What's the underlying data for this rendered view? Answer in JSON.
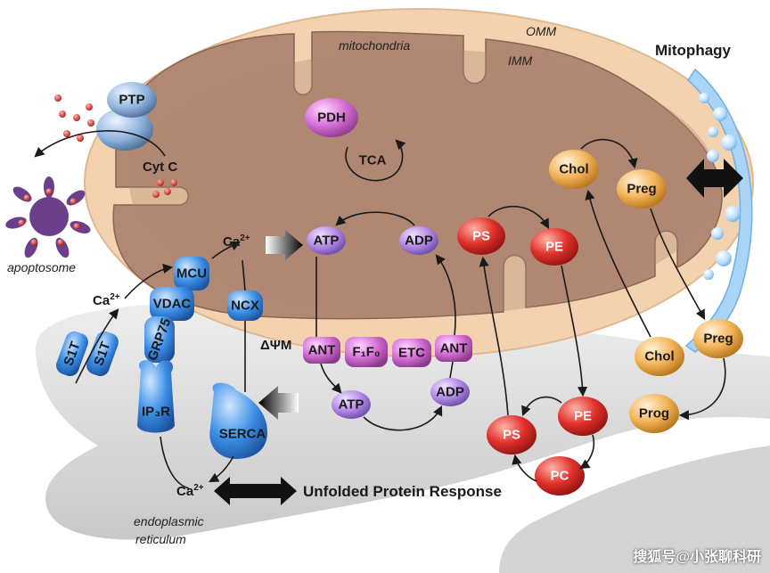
{
  "labels": {
    "mitochondria": "mitochondria",
    "omm": "OMM",
    "imm": "IMM",
    "mitophagy": "Mitophagy",
    "ptp": "PTP",
    "cytc": "Cyt C",
    "apoptosome": "apoptosome",
    "pdh": "PDH",
    "tca": "TCA",
    "ca_mito": "Ca",
    "ca_mito_sup": "2+",
    "ca_cyto": "Ca",
    "ca_cyto_sup": "2+",
    "ca_er": "Ca",
    "ca_er_sup": "2+",
    "mcu": "MCU",
    "vdac": "VDAC",
    "grp75": "GRP75",
    "ncx": "NCX",
    "s1t_a": "S1T",
    "s1t_b": "S1T",
    "ip3r": "IP₃R",
    "serca": "SERCA",
    "dpsim": "ΔΨM",
    "ant_left": "ANT",
    "f1f0": "F₁F₀",
    "etc": "ETC",
    "ant_right": "ANT",
    "atp_top": "ATP",
    "adp_top": "ADP",
    "atp_bottom": "ATP",
    "adp_bottom": "ADP",
    "ps_mito": "PS",
    "pe_mito": "PE",
    "ps_er": "PS",
    "pe_er": "PE",
    "pc_er": "PC",
    "chol_mito": "Chol",
    "preg_mito": "Preg",
    "chol_er": "Chol",
    "preg_er": "Preg",
    "prog_er": "Prog",
    "upr": "Unfolded Protein Response",
    "er": "endoplasmic",
    "er2": "reticulum",
    "watermark": "搜狐号@小张聊科研"
  },
  "colors": {
    "mito_outer": "#f3d2b0",
    "mito_inner": "#b08874",
    "er": "#d8d8d8",
    "blue_protein": "#3b8ee6",
    "purple_node": "#b48be6",
    "red_node": "#e0302a",
    "orange_node": "#f3b45a",
    "magenta_node": "#d66fd6",
    "mitophagy_membrane": "#a9d4f5"
  }
}
